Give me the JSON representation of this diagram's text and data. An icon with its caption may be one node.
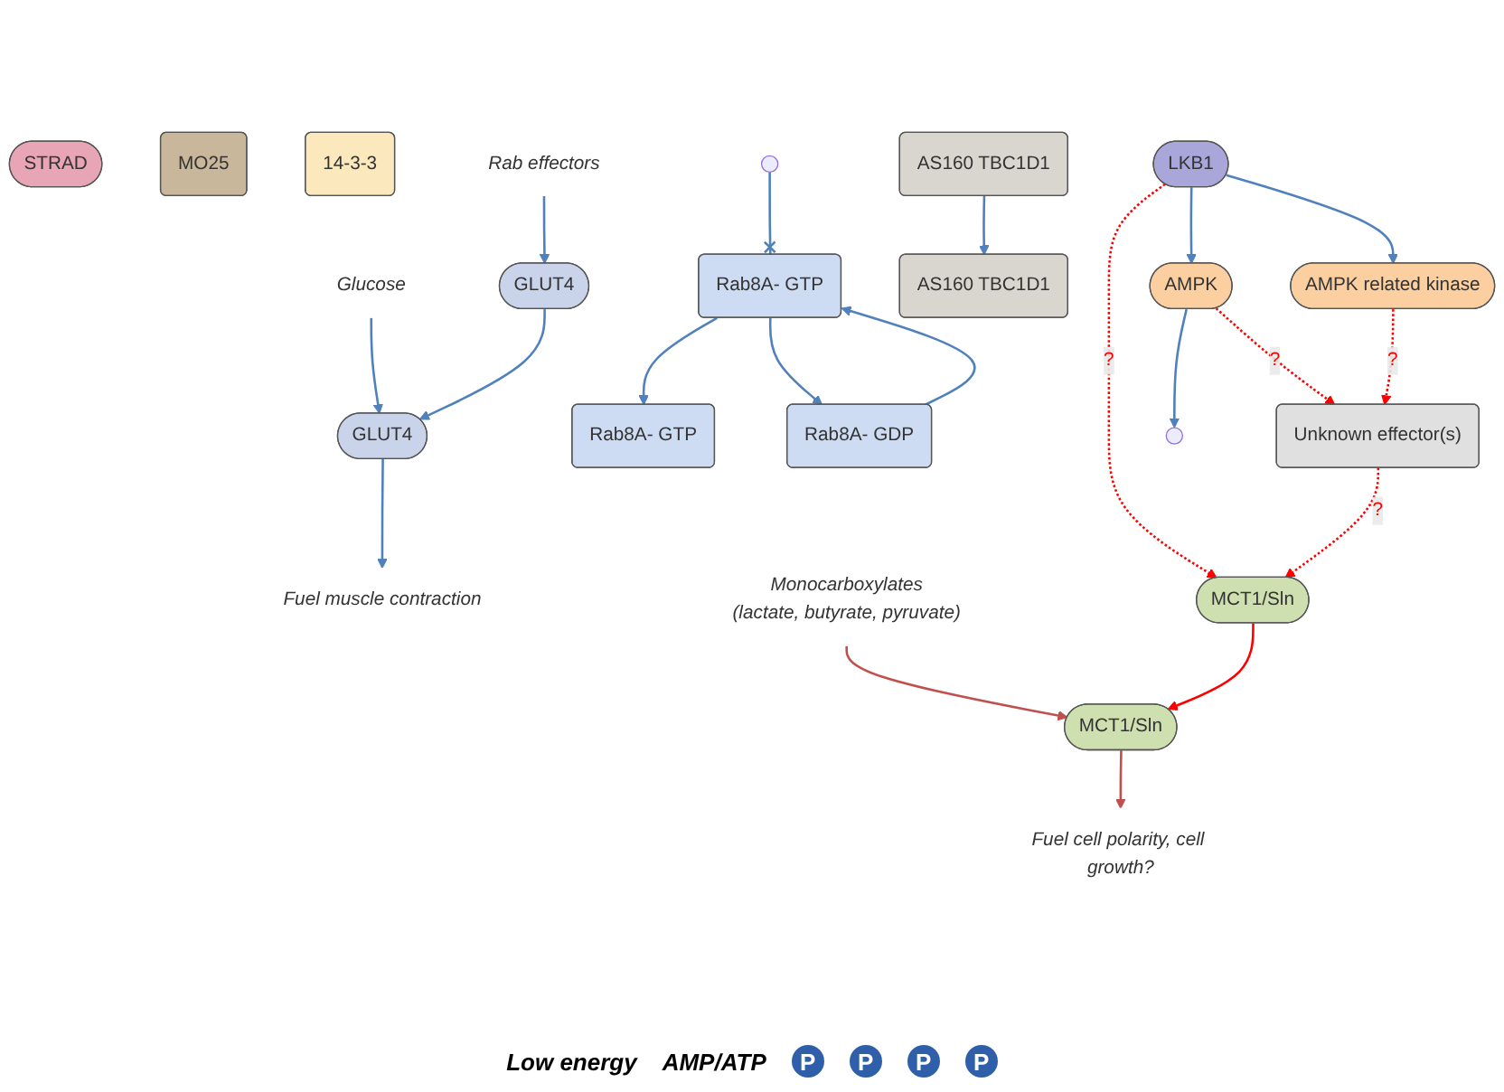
{
  "diagram": {
    "nodes": [
      {
        "text": [
          "Glucose"
        ]
      },
      {
        "text": [
          "GLUT4"
        ]
      },
      {
        "text": [
          "Fuel muscle contraction"
        ]
      },
      {
        "text": [
          "Monocarboxylates",
          "(lactate, butyrate, pyruvate)"
        ]
      },
      {
        "text": [
          "MCT1/Sln"
        ]
      },
      {
        "text": [
          "Fuel cell polarity, cell growth?"
        ]
      },
      {
        "text": [
          "STRAD"
        ]
      },
      {
        "text": [
          "MO25"
        ]
      },
      {
        "text": [
          "LKB1"
        ]
      },
      {
        "text": [
          "AMPK"
        ]
      },
      {
        "text": [
          "AMPK related kinase"
        ]
      },
      {
        "text": [
          "GLUT4"
        ]
      },
      {
        "text": [
          "Rab effectors"
        ]
      },
      {
        "text": [
          "Rab8A- GTP"
        ]
      },
      {
        "text": [
          "AS160 TBC1D1"
        ]
      },
      {
        "text": [
          "AS160 TBC1D1"
        ]
      },
      {
        "text": [
          "14-3-3"
        ]
      },
      {
        "text": [
          "Rab8A- GTP"
        ]
      },
      {
        "text": [
          "Rab8A- GDP"
        ]
      },
      {
        "text": [
          "Unknown effector(s)"
        ]
      },
      {
        "text": [
          "MCT1/Sln"
        ]
      }
    ],
    "edges": [
      {
        "from": 0,
        "to": 1,
        "arrow": "to"
      },
      {
        "from": 1,
        "to": 2,
        "arrow": "to"
      },
      {
        "from": 3,
        "to": 4,
        "arrow": "to",
        "color": "#c0504d"
      },
      {
        "from": 4,
        "to": 5,
        "arrow": "to",
        "color": "#c0504d"
      },
      {
        "from": 8,
        "to": 9,
        "arrow": "to"
      },
      {
        "from": 8,
        "to": 10,
        "arrow": "to"
      },
      {
        "from": 8,
        "to": 20,
        "arrow": "to",
        "label": "?",
        "style": "dashed",
        "color": "#ff0000"
      },
      {
        "from": 9,
        "to": 19,
        "arrow": "to",
        "label": "?",
        "style": "dashed",
        "color": "#ff0000"
      },
      {
        "from": 10,
        "to": 19,
        "arrow": "to",
        "label": "?",
        "style": "dashed",
        "color": "#ff0000"
      },
      {
        "from": 19,
        "to": 20,
        "arrow": "to",
        "label": "?",
        "style": "dashed",
        "color": "#ff0000"
      },
      {
        "from": 20,
        "to": 4,
        "arrow": "to",
        "color": "#ff0000"
      },
      {
        "from": 11,
        "to": 1,
        "arrow": "to"
      },
      {
        "from": 12,
        "to": 11,
        "arrow": "to"
      },
      {
        "from": 9,
        "to": null,
        "arrow": "to"
      },
      {
        "from": 14,
        "to": 15,
        "arrow": "to"
      },
      {
        "from": null,
        "to": 17,
        "arrow": "other"
      },
      {
        "from": 17,
        "to": 18,
        "arrow": "to"
      },
      {
        "from": 18,
        "to": 17,
        "arrow": "to"
      },
      {
        "from": 17,
        "to": 13,
        "arrow": "to"
      }
    ],
    "labels": [
      "Low energy",
      "AMP/ATP",
      "P",
      "P",
      "P",
      "P"
    ]
  }
}
